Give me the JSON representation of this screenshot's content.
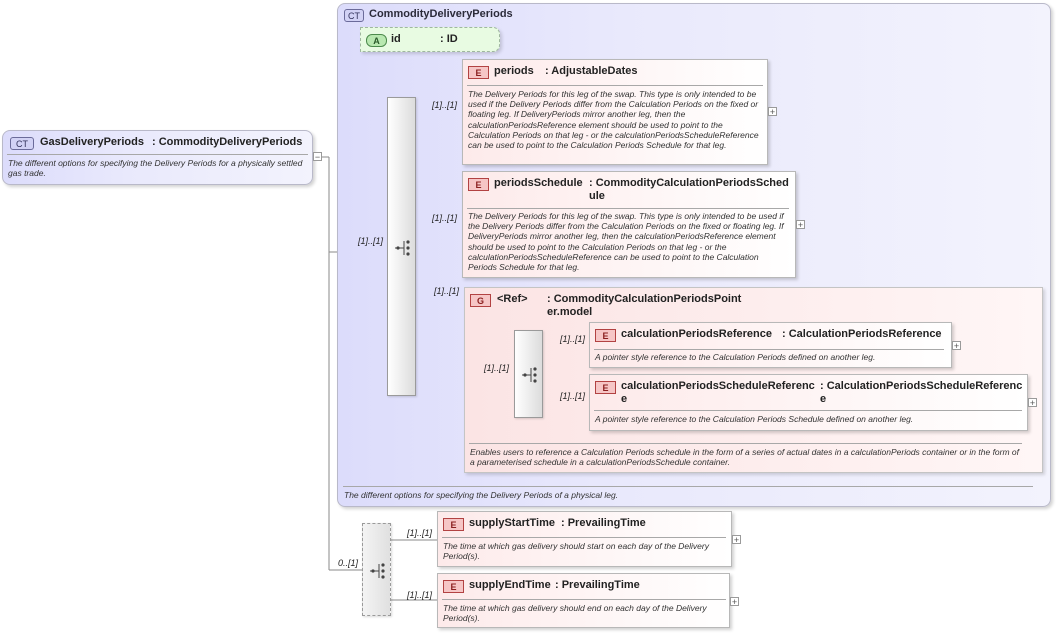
{
  "root": {
    "badge": "CT",
    "name": "GasDeliveryPeriods",
    "type": ": CommodityDeliveryPeriods",
    "doc": "The different options for specifying the Delivery Periods for a physically settled gas trade."
  },
  "ct": {
    "badge": "CT",
    "title": "CommodityDeliveryPeriods",
    "doc": "The different options for specifying the Delivery Periods of a physical leg."
  },
  "attribute": {
    "badge": "A",
    "name": "id",
    "type": ": ID"
  },
  "outer_choice_card": "[1]..[1]",
  "periods": {
    "badge": "E",
    "card": "[1]..[1]",
    "name": "periods",
    "type": ": AdjustableDates",
    "doc": "The Delivery Periods for this leg of the swap. This type is only intended to be used if the Delivery Periods differ from the Calculation Periods on the fixed or floating leg. If DeliveryPeriods mirror another leg, then the calculationPeriodsReference element should be used to point to the Calculation Periods on that leg - or the calculationPeriodsScheduleReference can be used to point to the Calculation Periods Schedule for that leg."
  },
  "periods_schedule": {
    "badge": "E",
    "card": "[1]..[1]",
    "name": "periodsSchedule",
    "type": ": CommodityCalculationPeriodsSchedule",
    "doc": "The Delivery Periods for this leg of the swap. This type is only intended to be used if the Delivery Periods differ from the Calculation Periods on the fixed or floating leg. If DeliveryPeriods mirror another leg, then the calculationPeriodsReference element should be used to point to the Calculation Periods on that leg - or the calculationPeriodsScheduleReference can be used to point to the Calculation Periods Schedule for that leg."
  },
  "group": {
    "badge": "G",
    "card": "[1]..[1]",
    "name": "<Ref>",
    "type": ": CommodityCalculationPeriodsPointer.model",
    "inner_card": "[1]..[1]",
    "doc": "Enables users to reference a Calculation Periods schedule in the form of a series of actual dates in a calculationPeriods container or in the form of a parameterised schedule in a calculationPeriodsSchedule container."
  },
  "calc_ref": {
    "badge": "E",
    "card": "[1]..[1]",
    "name": "calculationPeriodsReference",
    "type": ": CalculationPeriodsReference",
    "doc": "A pointer style reference to the Calculation Periods defined on another leg."
  },
  "calc_sched_ref": {
    "badge": "E",
    "card": "[1]..[1]",
    "name": "calculationPeriodsScheduleReference",
    "type": ": CalculationPeriodsScheduleReference",
    "doc": "A pointer style reference to the Calculation Periods Schedule defined on another leg."
  },
  "supply_seq_card": "0..[1]",
  "supply_start": {
    "badge": "E",
    "card": "[1]..[1]",
    "name": "supplyStartTime",
    "type": ": PrevailingTime",
    "doc": "The time at which gas delivery should start on each day of the Delivery Period(s)."
  },
  "supply_end": {
    "badge": "E",
    "card": "[1]..[1]",
    "name": "supplyEndTime",
    "type": ": PrevailingTime",
    "doc": "The time at which gas delivery should end on each day of the Delivery Period(s)."
  },
  "expand_symbol": "+",
  "collapse_symbol": "−"
}
